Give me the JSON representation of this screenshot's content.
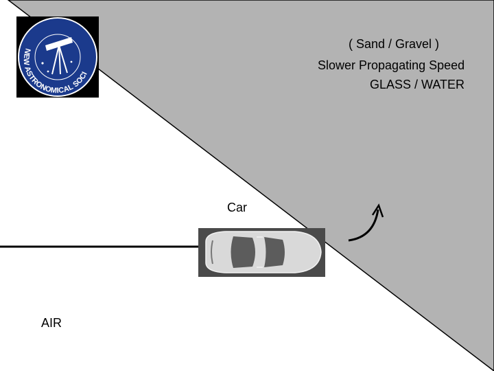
{
  "diagram": {
    "medium_top_label": "( Sand / Gravel )",
    "medium_speed_label": "Slower Propagating Speed",
    "medium_material_label": "GLASS / WATER",
    "car_label": "Car",
    "medium_bottom_label": "AIR",
    "logo_text": "NEW ASTRONOMICAL SOCIETY"
  },
  "colors": {
    "slow_medium_fill": "#b3b3b3",
    "air_fill": "#ffffff",
    "logo_background": "#1b3a8c",
    "car_body": "#d9d9d9"
  }
}
